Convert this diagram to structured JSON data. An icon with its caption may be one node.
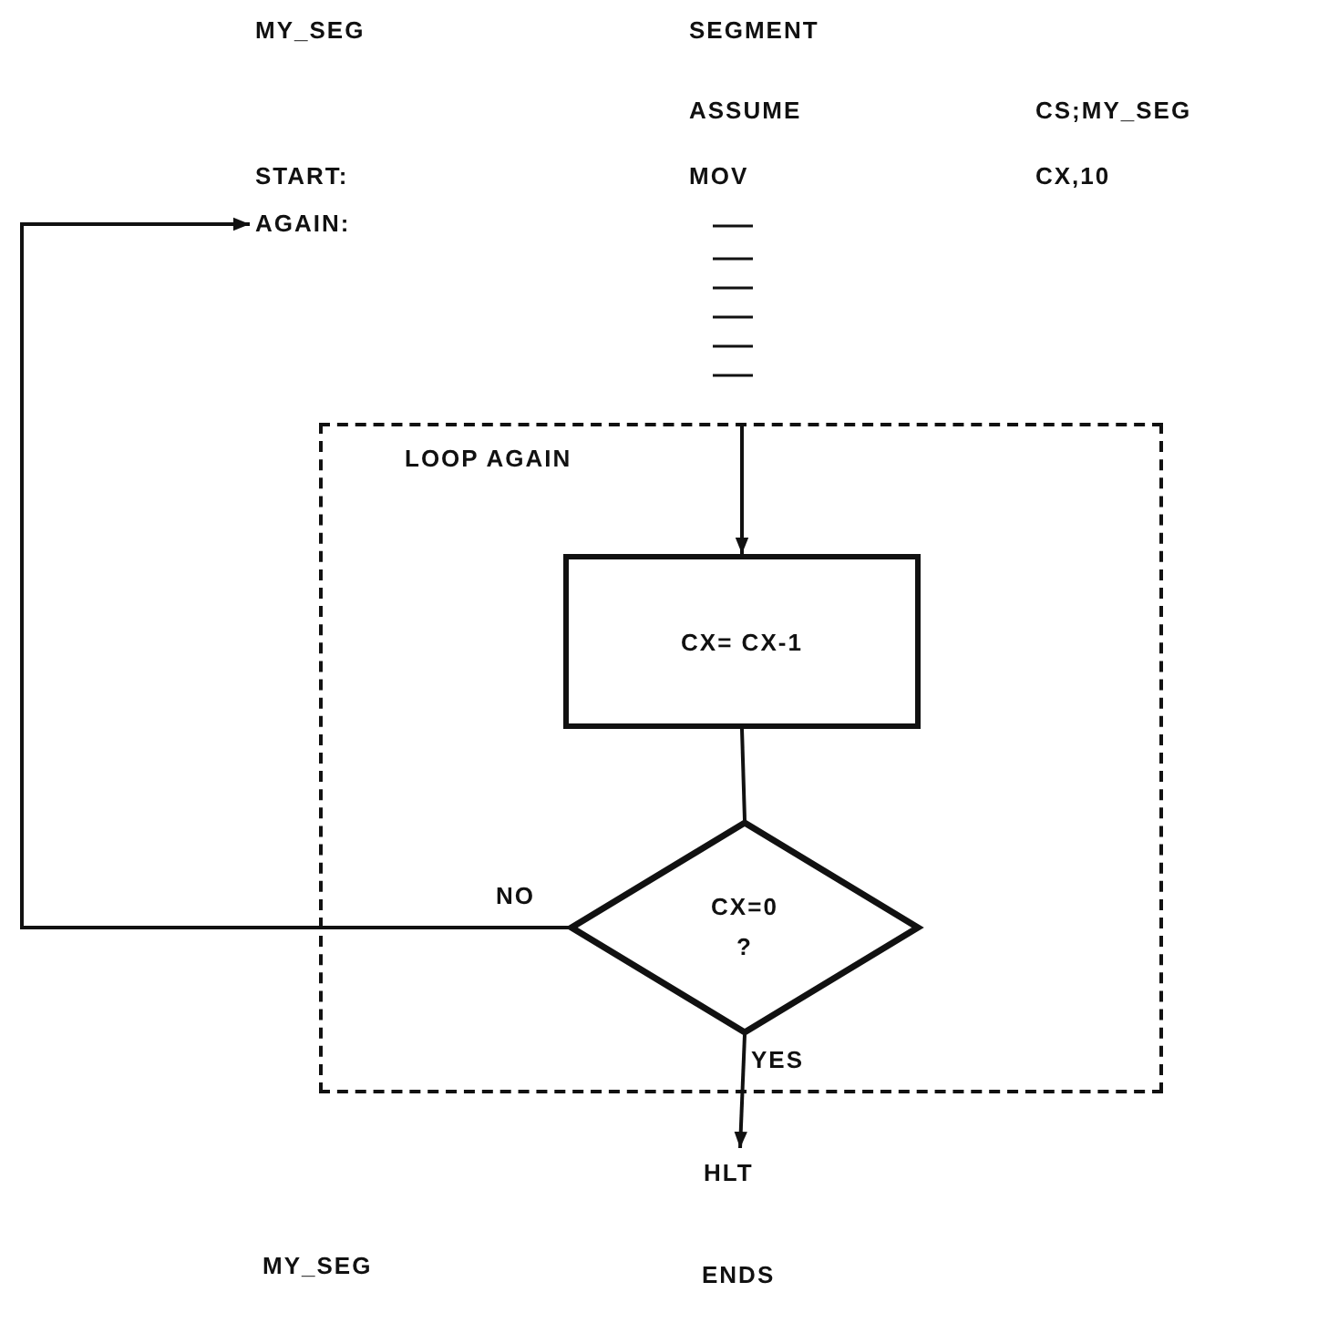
{
  "diagram": {
    "nodes": [
      {
        "text": [
          "AGAIN:"
        ]
      },
      {
        "text": [
          "LOOP AGAIN"
        ]
      },
      {
        "text": [
          "CX= CX-1"
        ],
        "in": 1
      },
      {
        "text": [
          "CX=0 ?"
        ],
        "in": 1
      },
      {
        "text": [
          "HLT"
        ]
      }
    ],
    "edges": [
      {
        "from": null,
        "to": 2,
        "arrow": "to"
      },
      {
        "from": 2,
        "to": 3,
        "arrow": "none"
      },
      {
        "from": 3,
        "to": 0,
        "arrow": "to",
        "label": "NO"
      },
      {
        "from": 3,
        "to": 4,
        "arrow": "to",
        "label": "YES"
      }
    ],
    "labels": [
      "MY_SEG",
      "SEGMENT",
      "ASSUME",
      "CS;MY_SEG",
      "START:",
      "MOV",
      "CX,10",
      "MY_SEG",
      "ENDS"
    ]
  }
}
